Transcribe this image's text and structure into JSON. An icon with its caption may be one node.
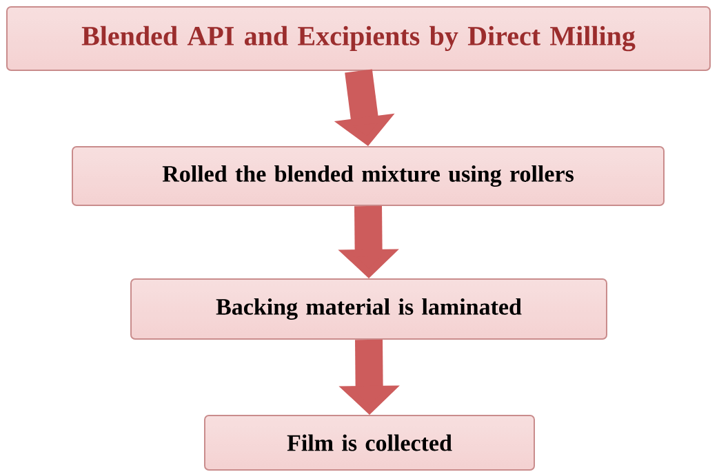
{
  "diagram": {
    "nodes": [
      {
        "text": [
          "Blended API and Excipients by Direct Milling"
        ]
      },
      {
        "text": [
          "Rolled the blended mixture using rollers"
        ]
      },
      {
        "text": [
          "Backing material is laminated"
        ]
      },
      {
        "text": [
          "Film is collected"
        ]
      }
    ],
    "edges": [
      {
        "from": 0,
        "to": 1,
        "arrow": "to"
      },
      {
        "from": 1,
        "to": 2,
        "arrow": "to"
      },
      {
        "from": 2,
        "to": 3,
        "arrow": "to"
      }
    ]
  }
}
